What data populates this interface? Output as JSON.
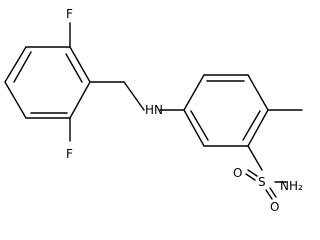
{
  "molecule": {
    "labels": {
      "fluorine_top": "F",
      "fluorine_bottom": "F",
      "nh": "HN",
      "sulfur": "S",
      "oxygen_top": "O",
      "oxygen_bottom": "O",
      "amide": "NH₂"
    }
  }
}
